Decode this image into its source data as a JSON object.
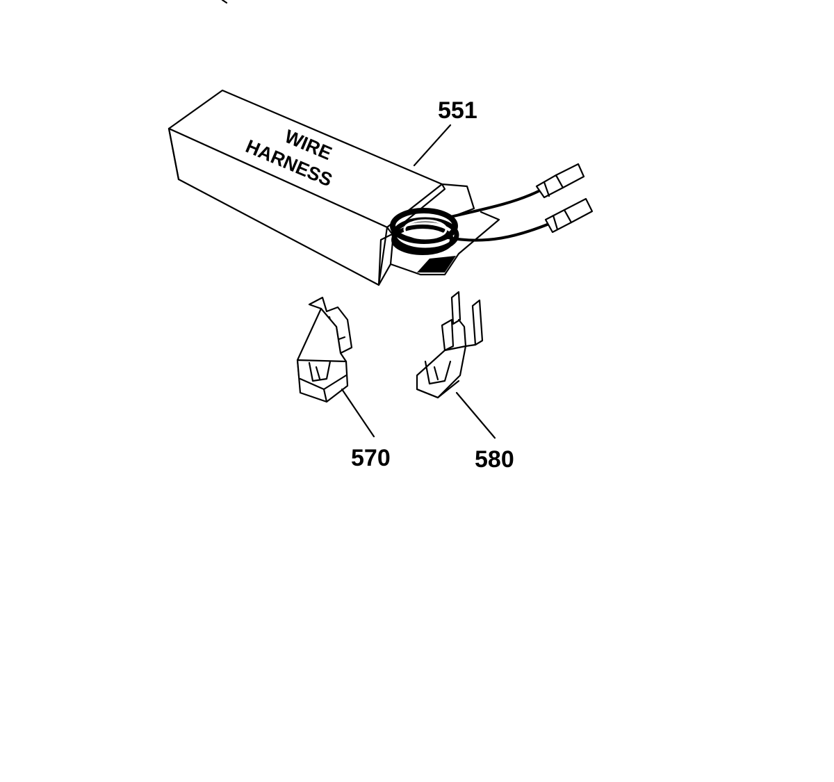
{
  "package": {
    "label_line1": "WIRE",
    "label_line2": "HARNESS"
  },
  "callouts": {
    "harness": "551",
    "terminal_left": "570",
    "terminal_right": "580"
  }
}
